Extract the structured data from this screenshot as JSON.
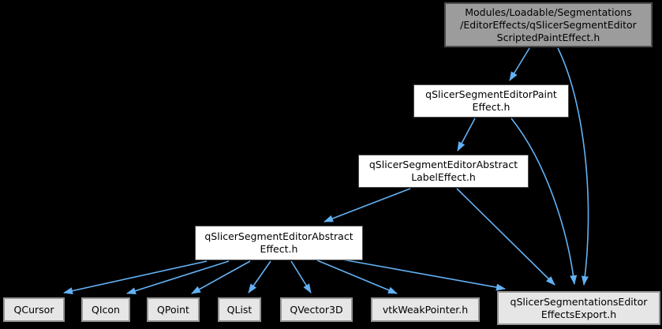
{
  "diagram_type": "include-dependency-graph",
  "colors": {
    "background": "#000000",
    "edge": "#63b2f4",
    "main_node_fill": "#9c9c9c",
    "main_node_border": "#4d4d4d",
    "internal_node_fill": "#ffffff",
    "internal_node_border": "#4d4d4d",
    "external_node_fill": "#e6e6e6",
    "external_node_border": "#969696",
    "text": "#000000"
  },
  "nodes": [
    {
      "id": "scripted-paint-effect",
      "kind": "main",
      "label": "Modules/Loadable/Segmentations\n/EditorEffects/qSlicerSegmentEditor\nScriptedPaintEffect.h"
    },
    {
      "id": "paint-effect",
      "kind": "internal",
      "label": "qSlicerSegmentEditorPaint\nEffect.h"
    },
    {
      "id": "abstract-label-effect",
      "kind": "internal",
      "label": "qSlicerSegmentEditorAbstract\nLabelEffect.h"
    },
    {
      "id": "abstract-effect",
      "kind": "internal",
      "label": "qSlicerSegmentEditorAbstract\nEffect.h"
    },
    {
      "id": "qcursor",
      "kind": "external",
      "label": "QCursor"
    },
    {
      "id": "qicon",
      "kind": "external",
      "label": "QIcon"
    },
    {
      "id": "qpoint",
      "kind": "external",
      "label": "QPoint"
    },
    {
      "id": "qlist",
      "kind": "external",
      "label": "QList"
    },
    {
      "id": "qvector3d",
      "kind": "external",
      "label": "QVector3D"
    },
    {
      "id": "vtkweakpointer",
      "kind": "external",
      "label": "vtkWeakPointer.h"
    },
    {
      "id": "effects-export",
      "kind": "external",
      "label": "qSlicerSegmentationsEditor\nEffectsExport.h"
    }
  ],
  "edges": [
    {
      "from": "scripted-paint-effect",
      "to": "paint-effect"
    },
    {
      "from": "scripted-paint-effect",
      "to": "effects-export"
    },
    {
      "from": "paint-effect",
      "to": "abstract-label-effect"
    },
    {
      "from": "paint-effect",
      "to": "effects-export"
    },
    {
      "from": "abstract-label-effect",
      "to": "abstract-effect"
    },
    {
      "from": "abstract-label-effect",
      "to": "effects-export"
    },
    {
      "from": "abstract-effect",
      "to": "qcursor"
    },
    {
      "from": "abstract-effect",
      "to": "qicon"
    },
    {
      "from": "abstract-effect",
      "to": "qpoint"
    },
    {
      "from": "abstract-effect",
      "to": "qlist"
    },
    {
      "from": "abstract-effect",
      "to": "qvector3d"
    },
    {
      "from": "abstract-effect",
      "to": "vtkweakpointer"
    },
    {
      "from": "abstract-effect",
      "to": "effects-export"
    }
  ]
}
